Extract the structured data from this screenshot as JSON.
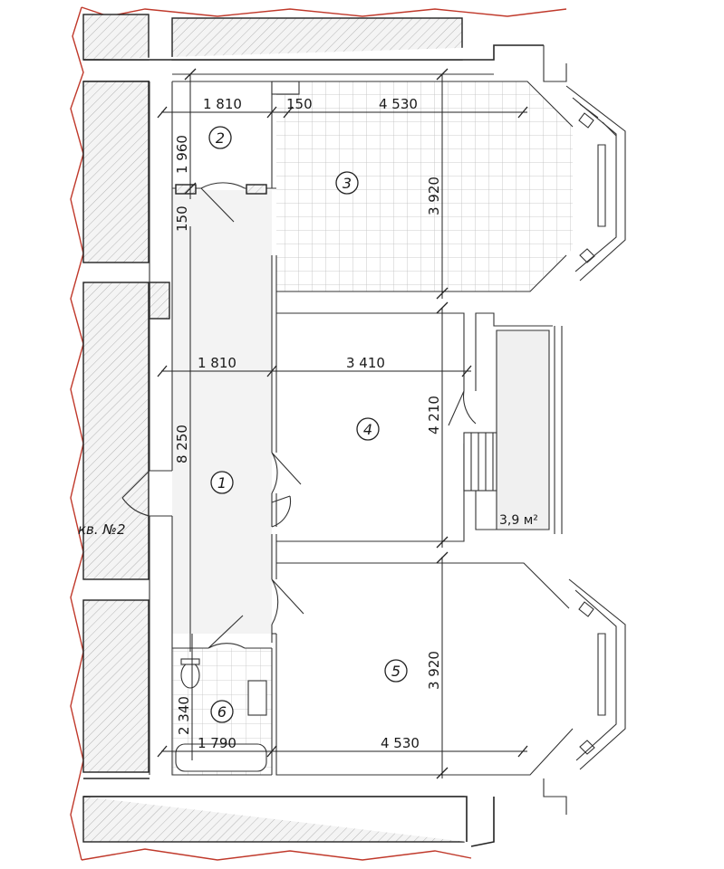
{
  "plan": {
    "apartment_label": "кв. №2",
    "balcony_area": "3,9 м²",
    "rooms": [
      {
        "number": "1"
      },
      {
        "number": "2"
      },
      {
        "number": "3"
      },
      {
        "number": "4"
      },
      {
        "number": "5"
      },
      {
        "number": "6"
      }
    ],
    "dimensions": {
      "d_1810_top": "1 810",
      "d_150_top": "150",
      "d_4530_top": "4 530",
      "d_1960": "1 960",
      "d_3920_top": "3 920",
      "d_150_left": "150",
      "d_1810_mid": "1 810",
      "d_3410": "3 410",
      "d_8250": "8 250",
      "d_4210": "4 210",
      "d_3920_bottom": "3 920",
      "d_2340": "2 340",
      "d_1790": "1 790",
      "d_4530_bottom": "4 530"
    }
  }
}
